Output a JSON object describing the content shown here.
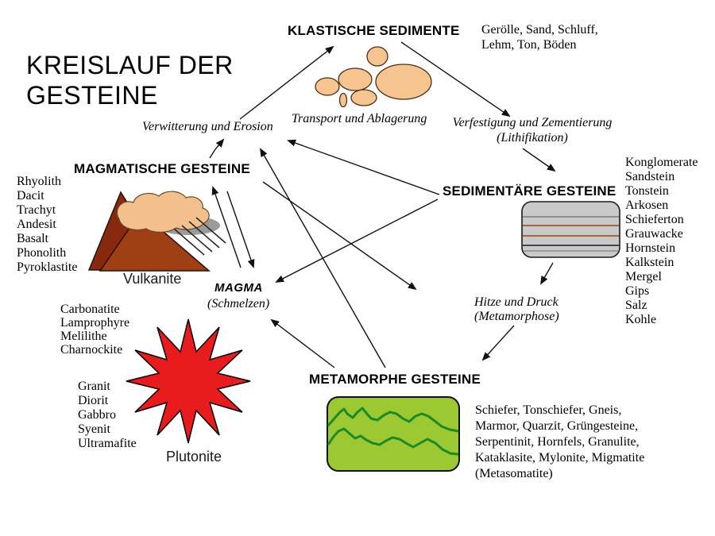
{
  "title": {
    "line1": "KREISLAUF DER",
    "line2": "GESTEINE"
  },
  "processes": {
    "verwitterung": "Verwitterung und Erosion",
    "transport": "Transport und Ablagerung",
    "verfestigung_line1": "Verfestigung und Zementierung",
    "verfestigung_line2": "(Lithifikation)",
    "hitze_line1": "Hitze und Druck",
    "hitze_line2": "(Metamorphose)"
  },
  "klastische": {
    "heading": "KLASTISCHE SEDIMENTE",
    "examples": [
      "Gerölle, Sand, Schluff,",
      "Lehm, Ton, Böden"
    ]
  },
  "magmatische": {
    "heading": "MAGMATISCHE GESTEINE",
    "vulkanite_caption": "Vulkanite",
    "plutonite_caption": "Plutonite",
    "vulkanite_types": [
      "Rhyolith",
      "Dacit",
      "Trachyt",
      "Andesit",
      "Basalt",
      "Phonolith",
      "Pyroklastite"
    ],
    "plutonite_types_rare": [
      "Carbonatite",
      "Lamprophyre",
      "Melilithe",
      "Charnockite"
    ],
    "plutonite_types_common": [
      "Granit",
      "Diorit",
      "Gabbro",
      "Syenit",
      "Ultramafite"
    ]
  },
  "magma": {
    "label": "MAGMA",
    "sublabel": "(Schmelzen)"
  },
  "sedimentaere": {
    "heading": "SEDIMENTÄRE GESTEINE",
    "types": [
      "Konglomerate",
      "Sandstein",
      "Tonstein",
      "Arkosen",
      "Schieferton",
      "Grauwacke",
      "Hornstein",
      "Kalkstein",
      "Mergel",
      "Gips",
      "Salz",
      "Kohle"
    ]
  },
  "metamorphe": {
    "heading": "METAMORPHE GESTEINE",
    "examples": [
      "Schiefer, Tonschiefer, Gneis,",
      "Marmor, Quarzit, Grüngesteine,",
      "Serpentinit, Hornfels, Granulite,",
      "Kataklasite, Mylonite, Migmatite",
      "(Metasomatite)"
    ]
  },
  "colors": {
    "volcano_left": "#87290e",
    "volcano_right": "#9e3f14",
    "cloud_peach": "#f2bf8d",
    "cloud_shadow": "#9b9b9b",
    "sediment_blob": "#f6c48f",
    "rock_gray": "#c9c9c9",
    "layer_brown": "#a5663f",
    "star_red": "#e81c1c",
    "meta_green": "#9cc832",
    "meta_line_green": "#1b8a28",
    "arrow_black": "#111111"
  }
}
